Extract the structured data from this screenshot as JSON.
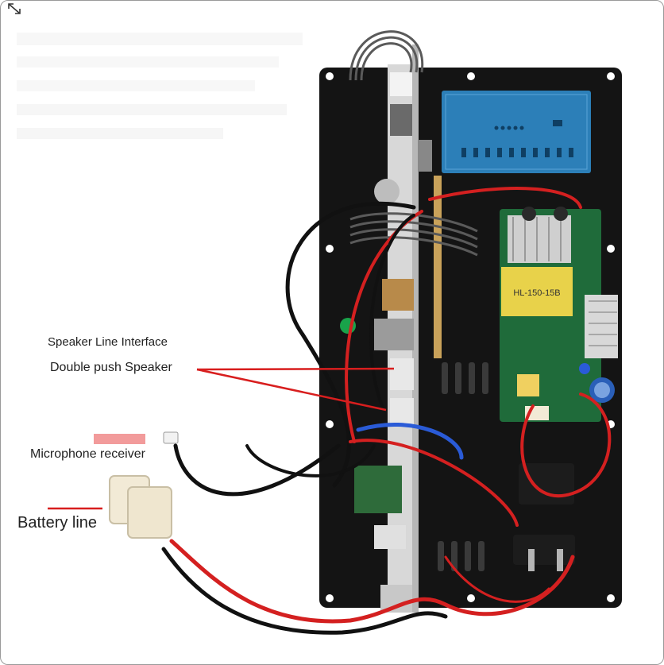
{
  "labels": {
    "speaker_line_interface": "Speaker Line Interface",
    "double_push_speaker": "Double push Speaker",
    "microphone_receiver": "Microphone receiver",
    "battery_line": "Battery line"
  },
  "board": {
    "transformer_marking": "HL-150-15B"
  },
  "icons": {
    "corner": "resize-arrow-icon"
  },
  "colors": {
    "board": "#141414",
    "pcb_green": "#1f6b3a",
    "display_blue": "#2c7fb8",
    "wire_red": "#d42020",
    "wire_black": "#111111",
    "wire_blue": "#2a5bd7",
    "transformer_yellow": "#e8d24a",
    "connector_cream": "#f2ead6",
    "annotation_red": "#d81e1e"
  }
}
